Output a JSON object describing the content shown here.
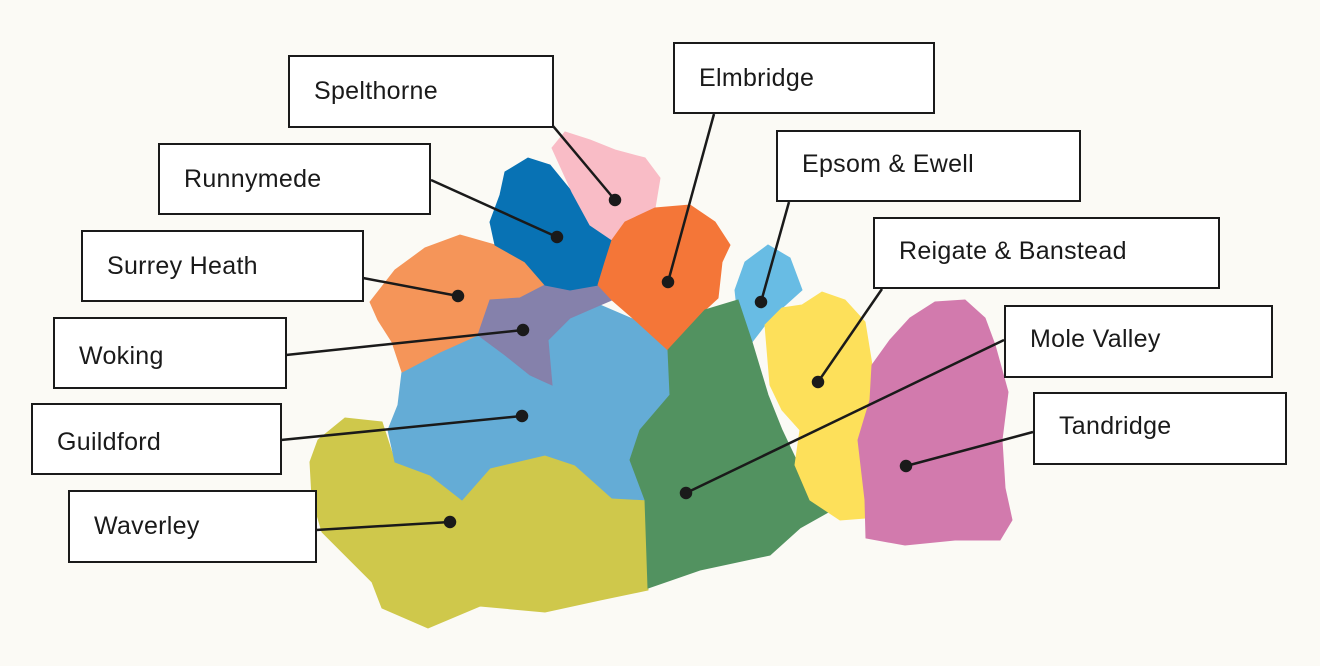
{
  "districts": {
    "spelthorne": {
      "name": "Spelthorne",
      "color": "#f9bcc6"
    },
    "runnymede": {
      "name": "Runnymede",
      "color": "#0872b4"
    },
    "surrey_heath": {
      "name": "Surrey Heath",
      "color": "#f59559"
    },
    "woking": {
      "name": "Woking",
      "color": "#8581ab"
    },
    "guildford": {
      "name": "Guildford",
      "color": "#64acd6"
    },
    "waverley": {
      "name": "Waverley",
      "color": "#cfc84b"
    },
    "elmbridge": {
      "name": "Elmbridge",
      "color": "#f47638"
    },
    "epsom_ewell": {
      "name": "Epsom & Ewell",
      "color": "#68bce4"
    },
    "reigate": {
      "name": "Reigate & Banstead",
      "color": "#fde05a"
    },
    "mole_valley": {
      "name": "Mole Valley",
      "color": "#529260"
    },
    "tandridge": {
      "name": "Tandridge",
      "color": "#d27aad"
    }
  }
}
